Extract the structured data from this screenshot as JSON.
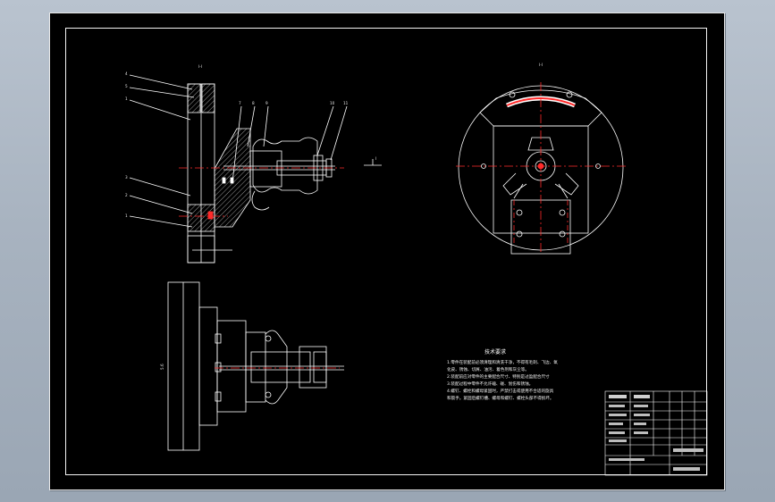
{
  "viewer": {
    "background_color": "#a8b3c0",
    "sheet_color": "#000000",
    "line_color": "#ffffff",
    "center_line_color": "#ff2a2a"
  },
  "drawing": {
    "section_view_label": "I-I",
    "circle_view_label": "I-I",
    "arrow_label": "I",
    "balloons_left": [
      "4",
      "5",
      "1",
      "3",
      "2",
      "1"
    ],
    "balloons_top": [
      "7",
      "8",
      "9",
      "10",
      "11"
    ],
    "bottom_view_label": "5.6",
    "technical_requirements": {
      "title": "技术要求",
      "lines": [
        "1.零件在装配前必须清理和清洗干净，不得有毛刺、飞边、氧",
        "化皮、锈蚀、切屑、油污、着色剂和灰尘等。",
        "2.装配前应对零件的主要配合尺寸、特别是过盈配合尺寸",
        "3.装配过程中零件不允许磕、碰、划伤和锈蚀。",
        "4.螺钉、螺栓和螺母紧固时，严禁打击或使用不合适的旋具",
        "和扳手。紧固后螺钉槽、螺母和螺钉、螺栓头部不得损坏。"
      ]
    }
  }
}
